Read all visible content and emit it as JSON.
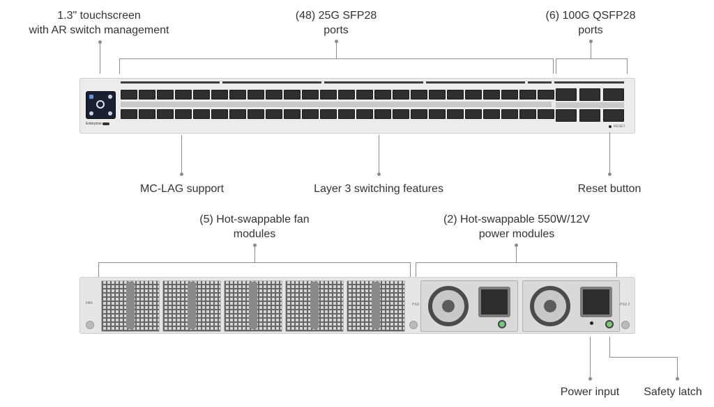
{
  "callouts": {
    "touchscreen": [
      "1.3\" touchscreen",
      "with AR switch management"
    ],
    "sfp28": [
      "(48) 25G SFP28",
      "ports"
    ],
    "qsfp28": [
      "(6) 100G QSFP28",
      "ports"
    ],
    "mclag": "MC-LAG support",
    "layer3": "Layer 3 switching features",
    "reset": "Reset button",
    "fans": [
      "(5) Hot-swappable fan",
      "modules"
    ],
    "psu": [
      "(2) Hot-swappable 550W/12V",
      "power modules"
    ],
    "power_input": "Power input",
    "safety_latch": "Safety latch"
  },
  "front": {
    "badge": "Enterprise",
    "reset_text": "RESET"
  },
  "rear": {
    "fan_label": "FAN",
    "psu1_label": "PSU 1",
    "psu2_label": "PSU 2"
  }
}
